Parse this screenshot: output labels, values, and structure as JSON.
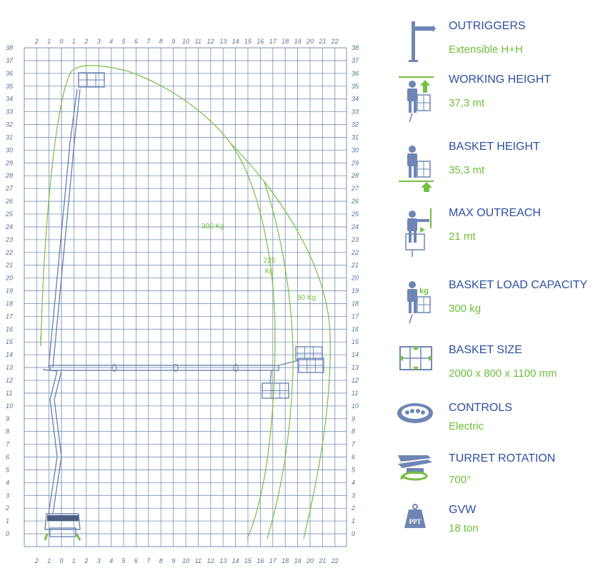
{
  "colors": {
    "grid": "#7a8fb5",
    "envelope": "#76c044",
    "machine": "#6f86b4",
    "title": "#2e4fa0",
    "value": "#6cbf3a"
  },
  "chart_data": {
    "type": "load-envelope-diagram",
    "x_axis_labels": [
      "2",
      "1",
      "0",
      "1",
      "2",
      "3",
      "4",
      "5",
      "6",
      "7",
      "8",
      "9",
      "10",
      "11",
      "12",
      "13",
      "14",
      "15",
      "16",
      "17",
      "18",
      "19",
      "20",
      "21",
      "22"
    ],
    "y_range": [
      0,
      38
    ],
    "zones": [
      {
        "label": "300 Kg"
      },
      {
        "label_lines": [
          "225",
          "Kg"
        ]
      },
      {
        "label": "80 Kg"
      }
    ]
  },
  "specs": [
    {
      "icon": "outriggers-icon",
      "title": "OUTRIGGERS",
      "value": "Extensible H+H"
    },
    {
      "icon": "working-height-icon",
      "title": "WORKING HEIGHT",
      "value": "37,3 mt"
    },
    {
      "icon": "basket-height-icon",
      "title": "BASKET HEIGHT",
      "value": "35,3 mt"
    },
    {
      "icon": "max-outreach-icon",
      "title": "MAX OUTREACH",
      "value": "21 mt"
    },
    {
      "icon": "basket-load-icon",
      "title": "BASKET LOAD CAPACITY",
      "value": "300 kg",
      "icon_text": "kg"
    },
    {
      "icon": "basket-size-icon",
      "title": "BASKET SIZE",
      "value": "2000 x 800 x 1100 mm"
    },
    {
      "icon": "controls-icon",
      "title": "CONTROLS",
      "value": "Electric"
    },
    {
      "icon": "turret-rotation-icon",
      "title": "TURRET ROTATION",
      "value": "700°"
    },
    {
      "icon": "gvw-icon",
      "title": "GVW",
      "value": "18 ton",
      "icon_text": "PPT"
    }
  ]
}
